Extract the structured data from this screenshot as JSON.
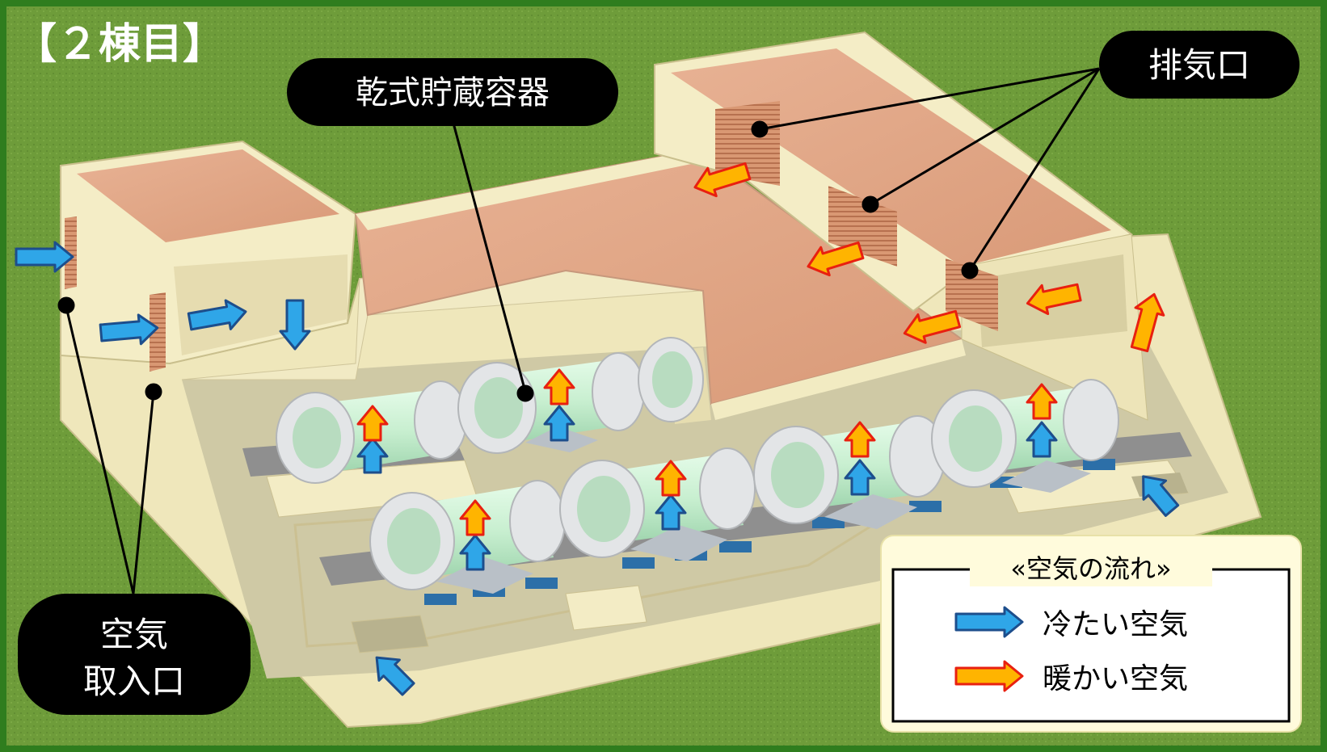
{
  "header": {
    "title": "【２棟目】"
  },
  "callouts": {
    "cask": "乾式貯蔵容器",
    "exhaust": "排気口",
    "intake_line1": "空気",
    "intake_line2": "取入口"
  },
  "legend": {
    "title": "«空気の流れ»",
    "cold": "冷たい空気",
    "warm": "暖かい空気"
  },
  "colors": {
    "frame": "#2e7d1f",
    "grass": "#6d9a3a",
    "building_wall": "#f3ecc2",
    "roof": "#e0a585",
    "cask_body": "#c9f0d2",
    "cask_ring": "#e4e6e8",
    "support": "#b9c0c7",
    "cold_arrow_fill": "#2fa6e8",
    "cold_arrow_edge": "#1d4e8c",
    "warm_arrow_fill": "#ffb400",
    "warm_arrow_edge": "#e82010",
    "callout_bg": "#000000",
    "legend_bg": "#fffbdc"
  }
}
